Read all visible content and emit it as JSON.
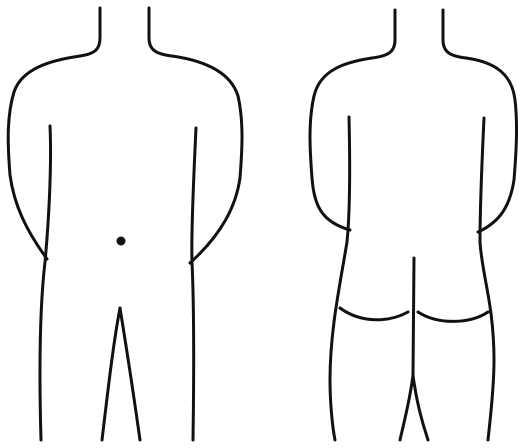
{
  "colors": {
    "background": "#ffffff",
    "line": "#111111"
  },
  "figures": [
    {
      "view": "front",
      "mark": "navel-dot"
    },
    {
      "view": "back"
    }
  ]
}
